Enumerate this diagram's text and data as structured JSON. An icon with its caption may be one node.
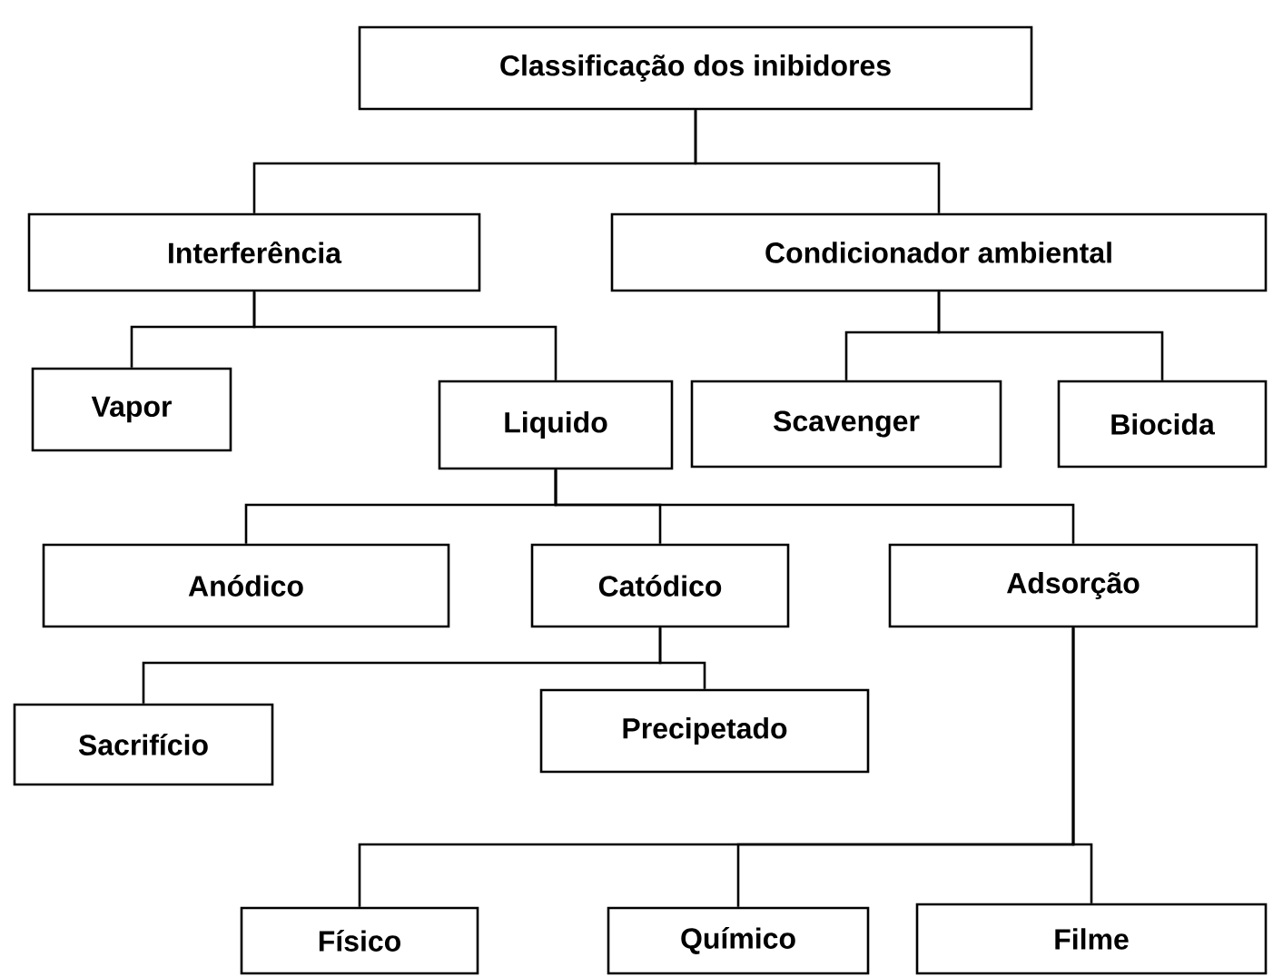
{
  "diagram": {
    "nodes": [
      {
        "text": [
          "Classificação dos inibidores"
        ]
      },
      {
        "text": [
          "Interferência"
        ]
      },
      {
        "text": [
          "Condicionador ambiental"
        ]
      },
      {
        "text": [
          "Vapor"
        ]
      },
      {
        "text": [
          "Liquido"
        ]
      },
      {
        "text": [
          "Scavenger"
        ]
      },
      {
        "text": [
          "Biocida"
        ]
      },
      {
        "text": [
          "Anódico"
        ]
      },
      {
        "text": [
          "Catódico"
        ]
      },
      {
        "text": [
          "Adsorção"
        ]
      },
      {
        "text": [
          "Sacrifício"
        ]
      },
      {
        "text": [
          "Precipetado"
        ]
      },
      {
        "text": [
          "Físico"
        ]
      },
      {
        "text": [
          "Químico"
        ]
      },
      {
        "text": [
          "Filme"
        ]
      }
    ],
    "edges": [
      {
        "from": 0,
        "to": 1,
        "arrow": "none"
      },
      {
        "from": 0,
        "to": 2,
        "arrow": "none"
      },
      {
        "from": 1,
        "to": 3,
        "arrow": "none"
      },
      {
        "from": 1,
        "to": 4,
        "arrow": "none"
      },
      {
        "from": 2,
        "to": 5,
        "arrow": "none"
      },
      {
        "from": 2,
        "to": 6,
        "arrow": "none"
      },
      {
        "from": 4,
        "to": 7,
        "arrow": "none"
      },
      {
        "from": 4,
        "to": 8,
        "arrow": "none"
      },
      {
        "from": 4,
        "to": 9,
        "arrow": "none"
      },
      {
        "from": 8,
        "to": 10,
        "arrow": "none"
      },
      {
        "from": 8,
        "to": 11,
        "arrow": "none"
      },
      {
        "from": 9,
        "to": 12,
        "arrow": "none"
      },
      {
        "from": 9,
        "to": 13,
        "arrow": "none"
      },
      {
        "from": 9,
        "to": 14,
        "arrow": "none"
      }
    ]
  }
}
